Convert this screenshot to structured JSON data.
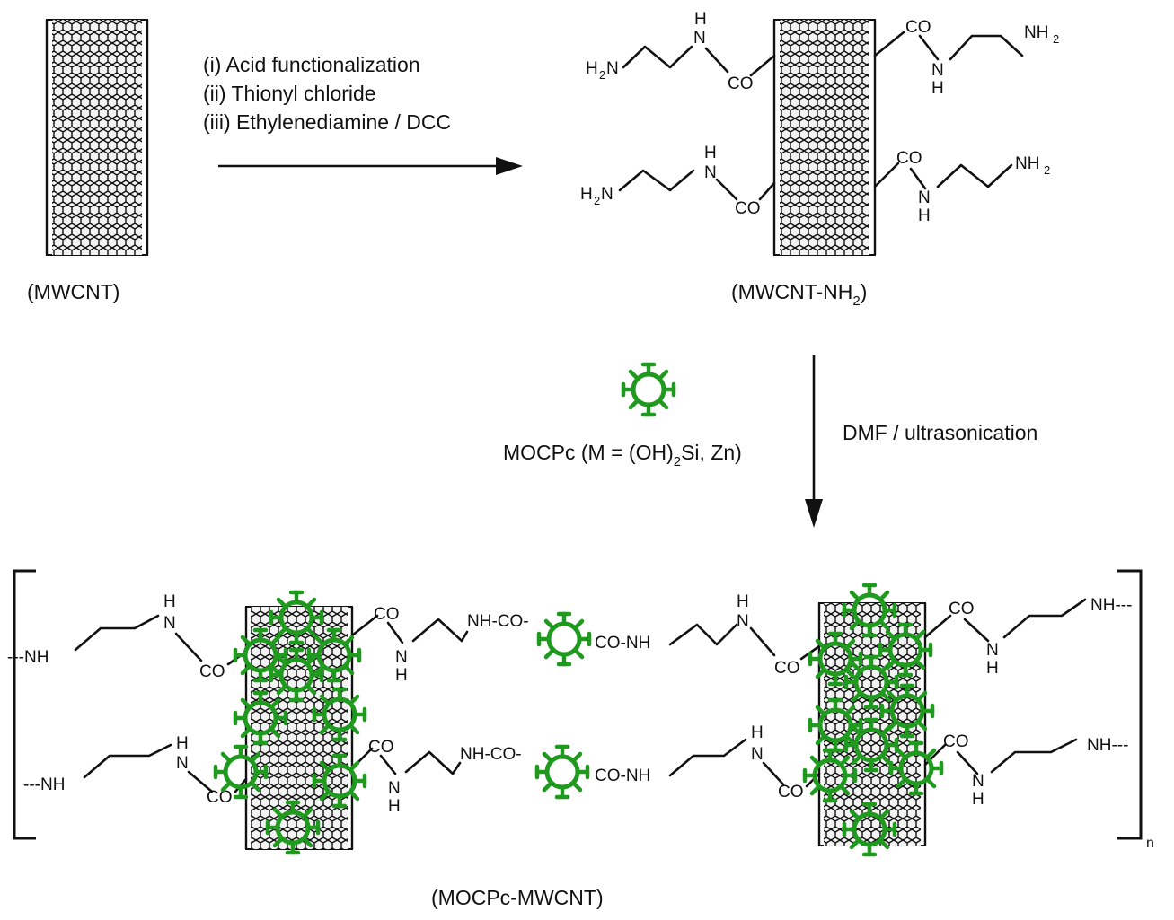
{
  "steps": {
    "step1": "(i) Acid functionalization",
    "step2": "(ii) Thionyl chloride",
    "step3": "(iii) Ethylenediamine / DCC"
  },
  "labels": {
    "mwcnt": "(MWCNT)",
    "mwcnt_nh2_main": "(MWCNT-NH",
    "mwcnt_nh2_sub": "2",
    "mwcnt_nh2_close": ")",
    "mocpc_main": "MOCPc (M = (OH)",
    "mocpc_sub": "2",
    "mocpc_rest": "Si, Zn)",
    "conditions": "DMF / ultrasonication",
    "product": "(MOCPc-MWCNT)",
    "repeat": "n"
  },
  "chem": {
    "H": "H",
    "N": "N",
    "CO": "CO",
    "NH": "NH",
    "H2N_H": "H",
    "H2N_2": "2",
    "H2N_N": "N",
    "NH2_NH": "NH",
    "NH2_2": "2",
    "nh_co": "NH-CO-",
    "co_nh": "CO-NH",
    "dash_nh": "---NH",
    "nh_dash": "NH---"
  },
  "colors": {
    "phthalocyanine": "#1f9a1f",
    "ink": "#111111"
  },
  "icons": {
    "nanotube": "nanotube-icon",
    "phthalocyanine": "phthalocyanine-icon"
  }
}
